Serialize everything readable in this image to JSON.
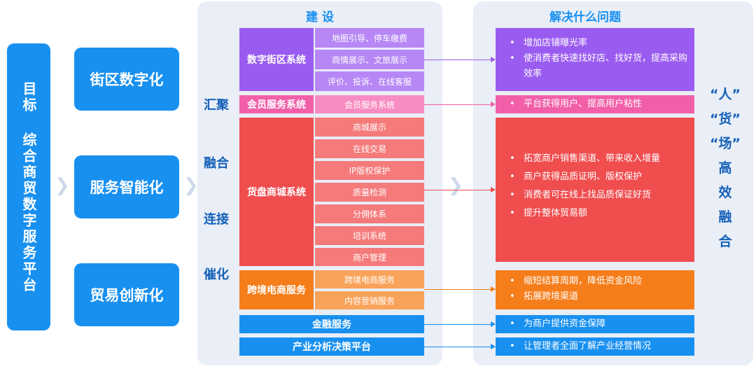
{
  "goal": "目标 综合商贸数字服务平台",
  "pillars": [
    "街区数字化",
    "服务智能化",
    "贸易创新化"
  ],
  "build_header": "建 设",
  "solve_header": "解决什么问题",
  "left_verbs": [
    "汇聚",
    "融合",
    "连接",
    "催化"
  ],
  "systems": {
    "street": {
      "name": "数字街区系统",
      "items": [
        "地图引导、停车缴费",
        "商情展示、文旅展示",
        "评价、投诉、在线客服"
      ]
    },
    "member": {
      "name": "会员服务系统",
      "items": [
        "会员服务系统"
      ]
    },
    "mall": {
      "name": "货盘商城系统",
      "items": [
        "商城展示",
        "在线交易",
        "IP版权保护",
        "质量检测",
        "分佣体系",
        "培训系统",
        "商户管理"
      ]
    },
    "ecom": {
      "name": "跨境电商服务",
      "items": [
        "跨境电商服务",
        "内容营销服务"
      ]
    },
    "finance": {
      "name": "金融服务"
    },
    "analysis": {
      "name": "产业分析决策平台"
    }
  },
  "results": {
    "street": [
      "增加店铺曝光率",
      "使消费者快速找好店、找好货，提高采购效率"
    ],
    "member": [
      "平台获得用户、提高用户粘性"
    ],
    "mall": [
      "拓宽商户销售渠道、带来收入增量",
      "商户获得品质证明、版权保护",
      "消费者可在线上找品质保证好货",
      "提升整体贸易额"
    ],
    "ecom": [
      "缩短结算周期，降低资金风险",
      "拓展跨境渠道"
    ],
    "finance": [
      "为商户提供资金保障"
    ],
    "analysis": [
      "让管理者全面了解产业经营情况"
    ]
  },
  "right_slogan": [
    "“人”",
    "“货”",
    "“场”",
    "高",
    "效",
    "融",
    "合"
  ],
  "colors": {
    "blue": "#1890f0",
    "purple": "#9a5cf0",
    "pink": "#f25fa8",
    "red": "#f04d4f",
    "orange": "#f57d1a",
    "panel": "#e9eef7"
  }
}
